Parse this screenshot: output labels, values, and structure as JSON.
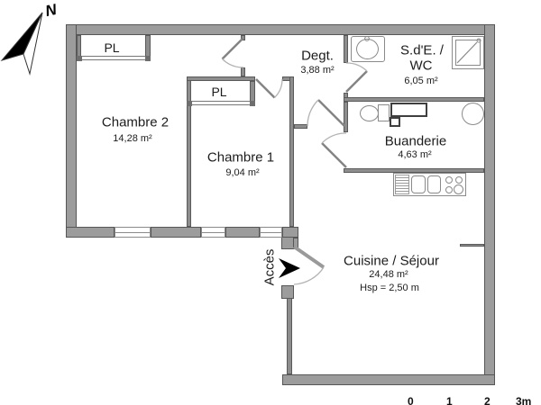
{
  "plan": {
    "compass_label": "N",
    "access_label": "Accès",
    "scale_labels": [
      "0",
      "1",
      "2",
      "3m"
    ],
    "rooms": {
      "chambre2": {
        "name": "Chambre 2",
        "area": "14,28 m²"
      },
      "chambre1": {
        "name": "Chambre 1",
        "area": "9,04 m²"
      },
      "degagement": {
        "name": "Degt.",
        "area": "3,88 m²"
      },
      "sde_wc": {
        "name_line1": "S.d'E. /",
        "name_line2": "WC",
        "area": "6,05 m²"
      },
      "buanderie": {
        "name": "Buanderie",
        "area": "4,63 m²"
      },
      "cuisine_sejour": {
        "name": "Cuisine / Séjour",
        "area": "24,48 m²",
        "ceiling_height": "Hsp = 2,50 m"
      }
    },
    "closets": [
      {
        "label": "PL"
      },
      {
        "label": "PL"
      }
    ],
    "fixtures": [
      "north-arrow",
      "washbasin",
      "shower",
      "toilet",
      "laundry-counter",
      "washing-machine",
      "kitchen-sink",
      "stove",
      "entrance-arrow"
    ],
    "colors": {
      "background": "#ffffff",
      "wall_fill": "#9c9c9c",
      "wall_outline": "#565656",
      "interior_wall": "#8d8d8d",
      "text": "#1c1c1c",
      "arrow": "#000000"
    }
  }
}
